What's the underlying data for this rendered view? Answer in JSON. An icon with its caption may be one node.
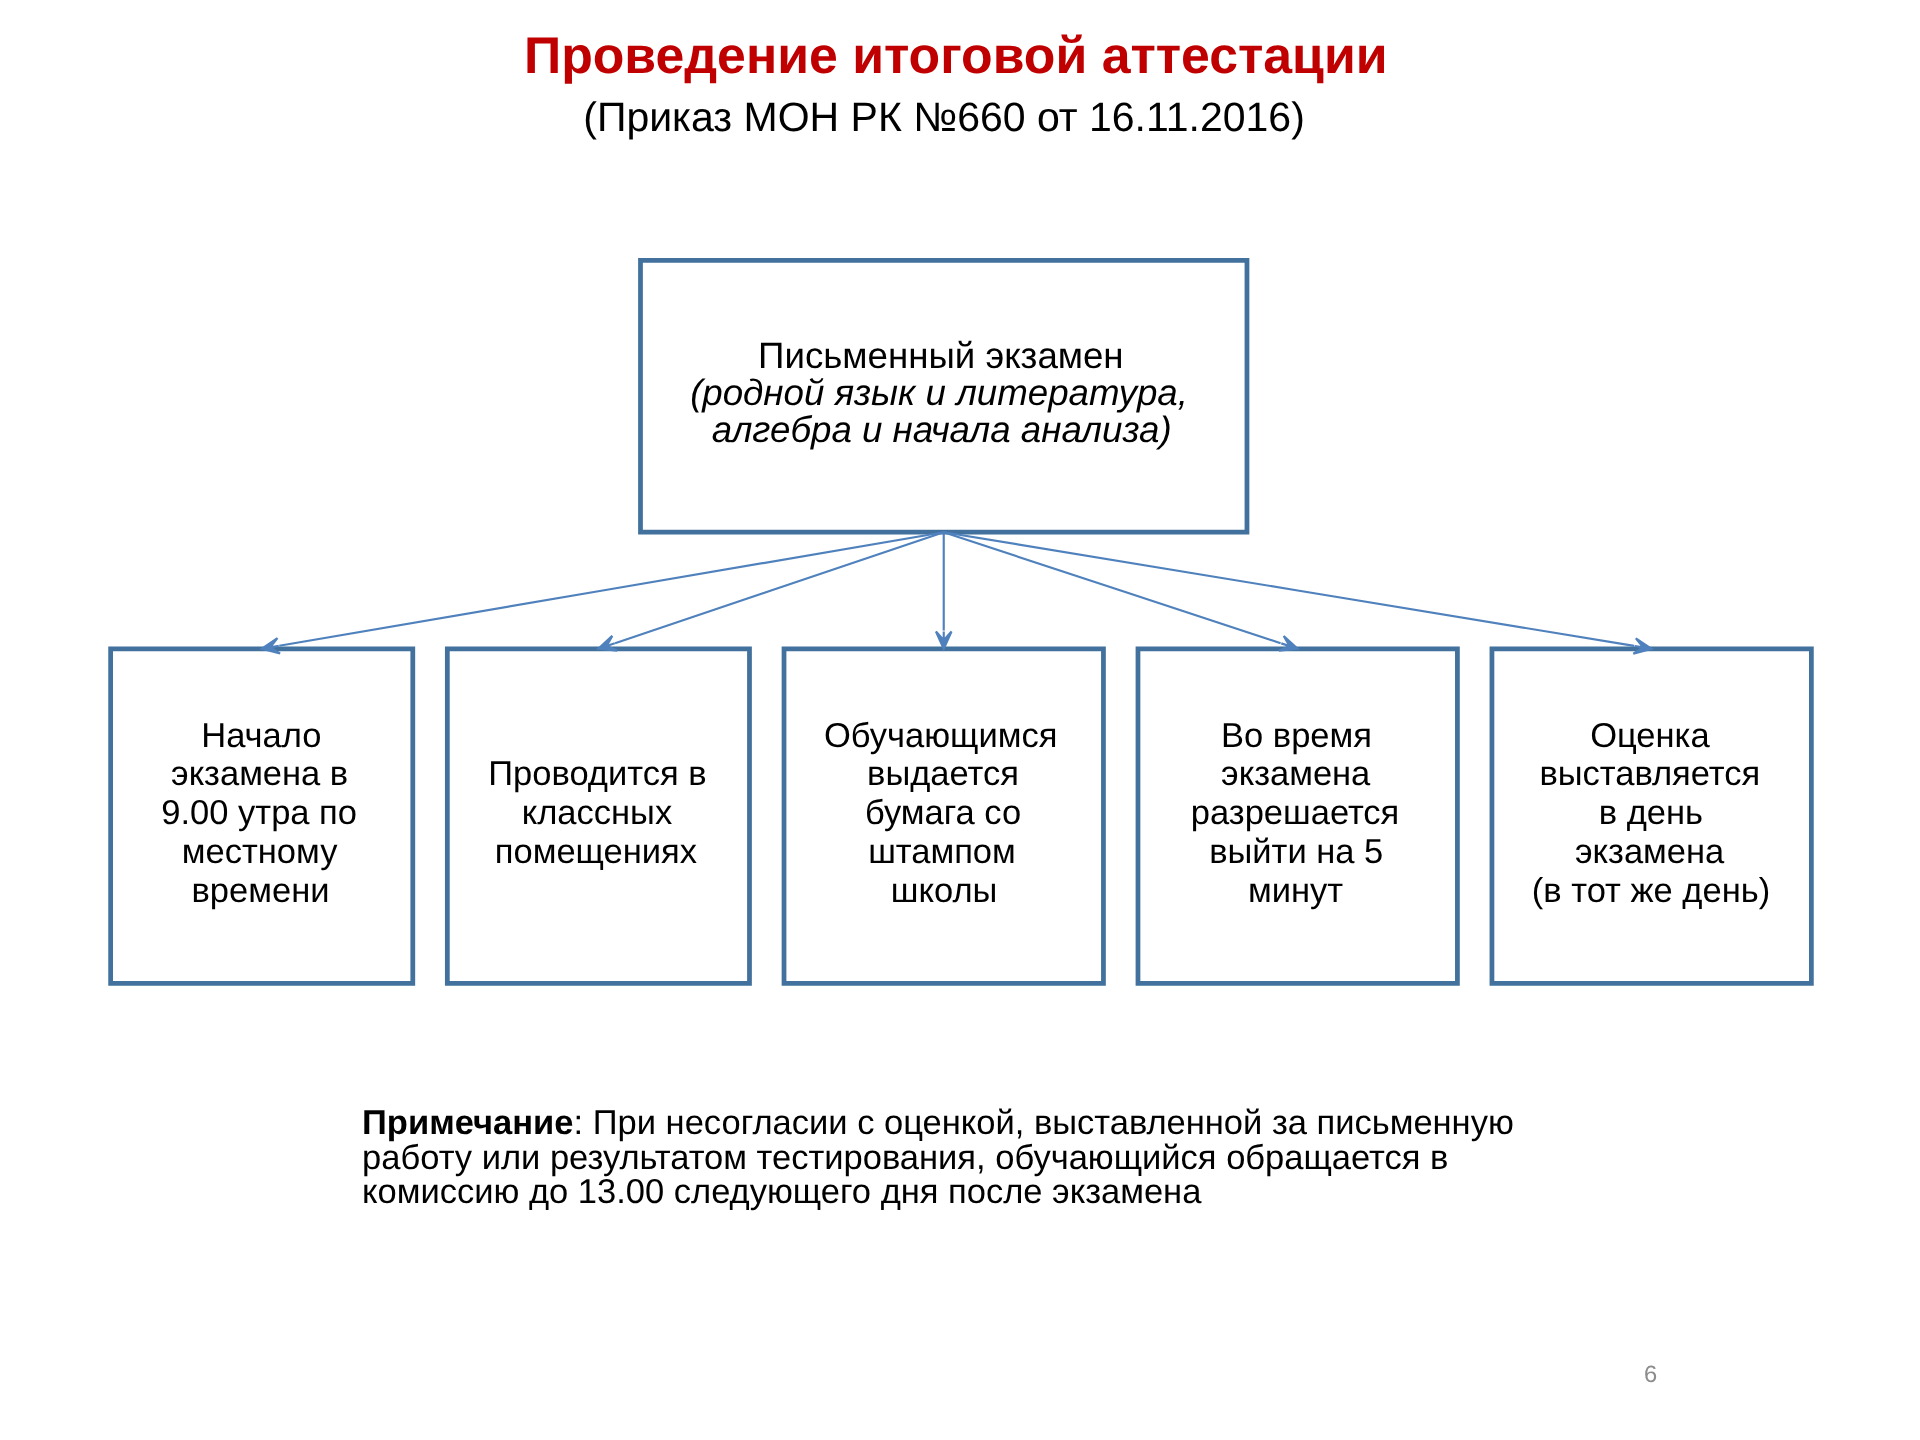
{
  "diagram": {
    "title": "Проведение итоговой аттестации",
    "nodes": [
      {
        "text": [
          "Письменный экзамен",
          "(родной язык и литература, алгебра и начала анализа)"
        ]
      },
      {
        "text": [
          "Начало экзамена в 9.00 утра по местному времени"
        ]
      },
      {
        "text": [
          "Проводится в классных помещениях"
        ]
      },
      {
        "text": [
          "Обучающимся выдается бумага со штампом школы"
        ]
      },
      {
        "text": [
          "Во время экзамена разрешается выйти на 5 минут"
        ]
      },
      {
        "text": [
          "Оценка выставляется в день экзамена (в тот же день)"
        ]
      }
    ],
    "edges": [
      {
        "from": 0,
        "to": 1,
        "arrow": "to"
      },
      {
        "from": 0,
        "to": 2,
        "arrow": "to"
      },
      {
        "from": 0,
        "to": 3,
        "arrow": "to"
      },
      {
        "from": 0,
        "to": 4,
        "arrow": "to"
      },
      {
        "from": 0,
        "to": 5,
        "arrow": "to"
      }
    ],
    "labels": [
      "(Приказ МОН РК №660 от 16.11.2016)",
      "**Примечание**: При несогласии с оценкой, выставленной за письменную работу или результатом тестирования, обучающийся обращается в комиссию до 13.00 следующего дня после экзамена",
      "6"
    ]
  }
}
